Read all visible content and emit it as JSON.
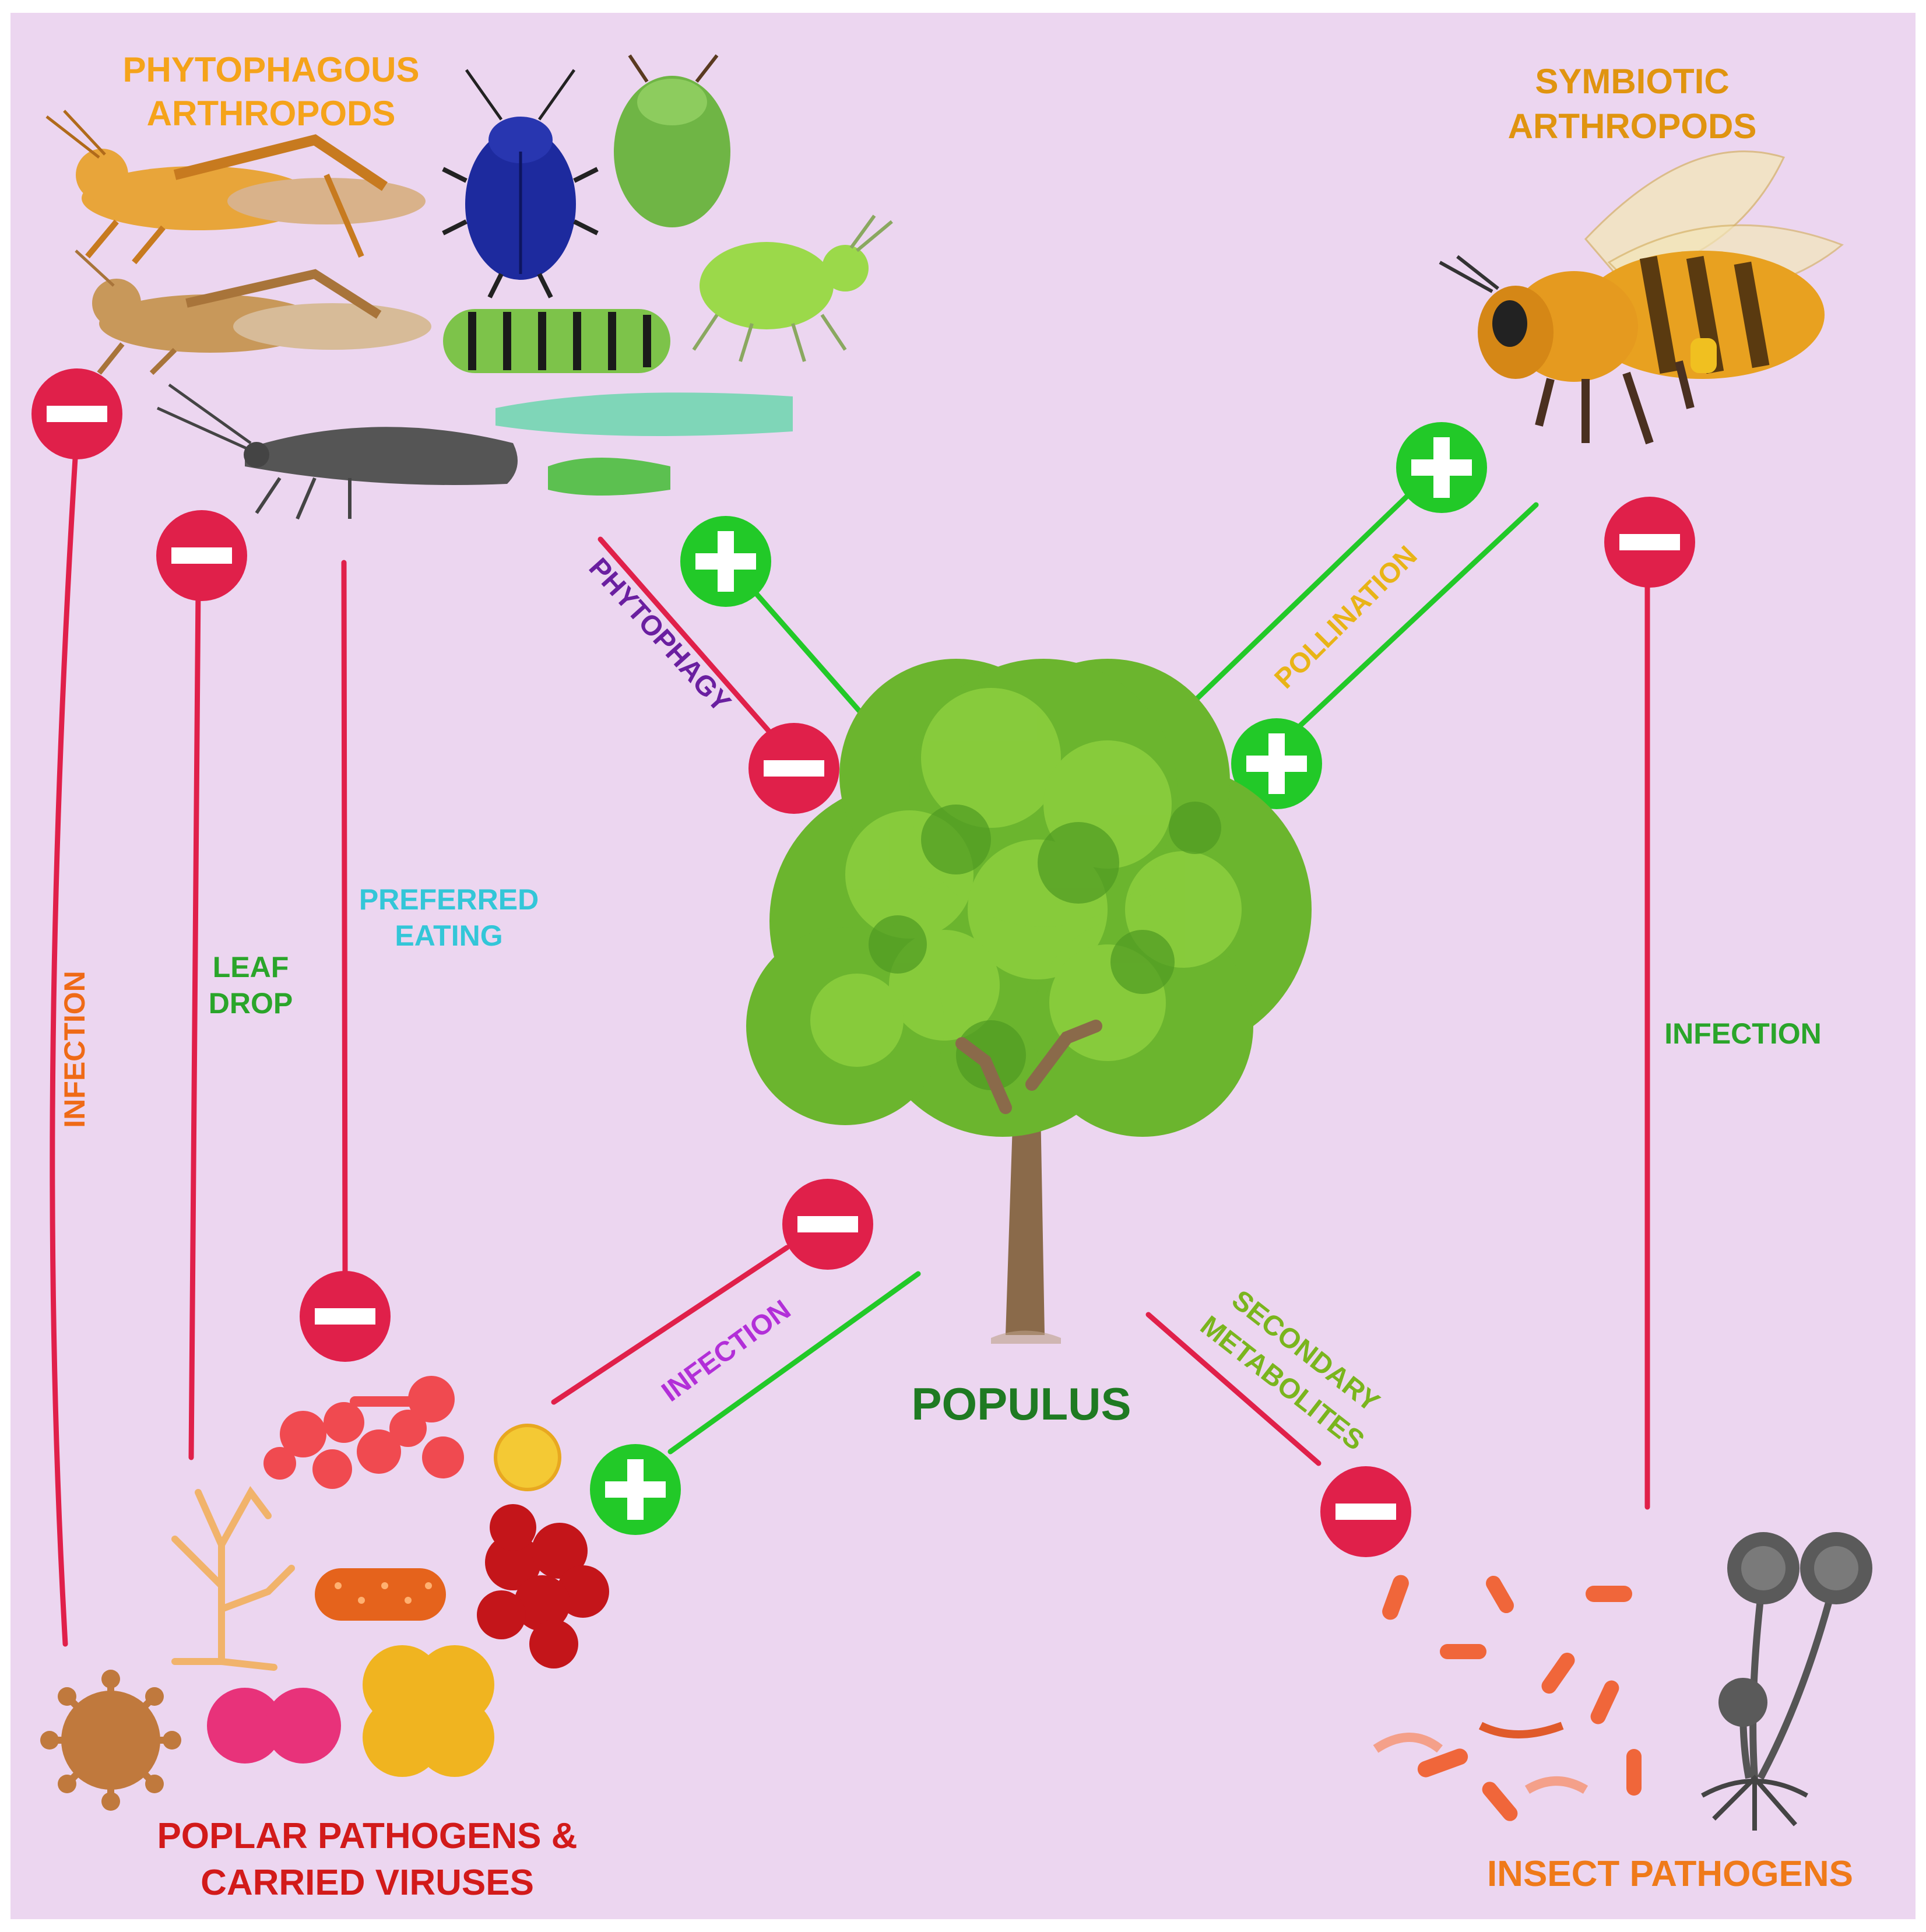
{
  "groups": {
    "phytophagous": {
      "line1": "PHYTOPHAGOUS",
      "line2": "ARTHROPODS"
    },
    "symbiotic": {
      "line1": "SYMBIOTIC",
      "line2": "ARTHROPODS"
    },
    "pathogens": {
      "line1": "POPLAR PATHOGENS &",
      "line2": "CARRIED VIRUSES"
    },
    "insect_pathogens": {
      "label": "INSECT PATHOGENS"
    },
    "center": {
      "label": "POPULUS"
    }
  },
  "interactions": {
    "phytophagy": "PHYTOPHAGY",
    "pollination": "POLLINATION",
    "preferred_eating": {
      "line1": "PREFERRED",
      "line2": "EATING"
    },
    "leaf_drop": {
      "line1": "LEAF",
      "line2": "DROP"
    },
    "infection_left": "INFECTION",
    "infection_right": "INFECTION",
    "infection_center": "INFECTION",
    "secondary_metabolites": {
      "line1": "SECONDARY",
      "line2": "METABOLITES"
    }
  },
  "colors": {
    "background": "#ecd6f0",
    "negative": "#e0204a",
    "positive": "#22c928",
    "orange": "#f5a31a",
    "green_text": "#2aa52a",
    "cyan_text": "#33c6d8",
    "purple_text": "#6a1fa0",
    "magenta_text": "#b22fd8",
    "yellow_text": "#e8b417",
    "olive_text": "#7ab51e",
    "dark_green": "#1f7a22",
    "red_text": "#d21a1a",
    "infection_orange": "#ef6a17"
  }
}
